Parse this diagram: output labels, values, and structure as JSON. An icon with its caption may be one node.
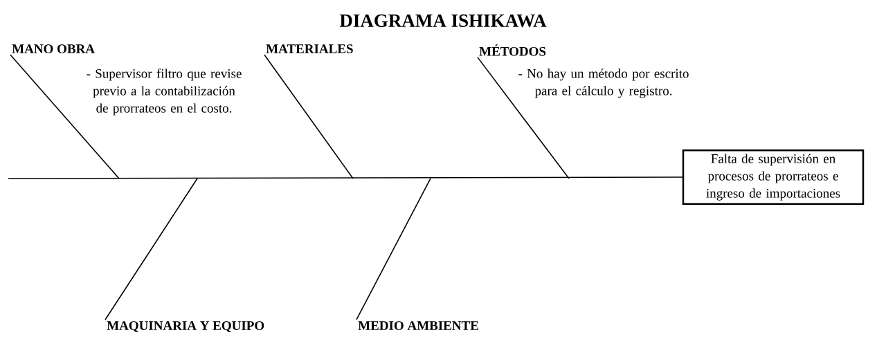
{
  "diagram": {
    "title": "DIAGRAMA ISHIKAWA",
    "nodes": [
      {
        "text": [
          "MANO OBRA"
        ],
        "beside": [
          "- Supervisor filtro que revise previo a la contabilización de prorrateos en el costo."
        ]
      },
      {
        "text": [
          "MATERIALES"
        ]
      },
      {
        "text": [
          "MÉTODOS"
        ],
        "beside": [
          "- No hay un método por escrito para el cálculo y registro."
        ]
      },
      {
        "text": [
          "MAQUINARIA Y EQUIPO"
        ]
      },
      {
        "text": [
          "MEDIO AMBIENTE"
        ]
      },
      {
        "text": [
          "Falta de supervisión en procesos de prorrateos e ingreso de importaciones"
        ]
      }
    ],
    "edges": [
      {
        "from": null,
        "to": 5,
        "arrow": "none"
      },
      {
        "from": 0,
        "to": null,
        "arrow": "none"
      },
      {
        "from": 1,
        "to": null,
        "arrow": "none"
      },
      {
        "from": 2,
        "to": null,
        "arrow": "none"
      },
      {
        "from": 3,
        "to": null,
        "arrow": "none"
      },
      {
        "from": 4,
        "to": null,
        "arrow": "none"
      }
    ]
  }
}
